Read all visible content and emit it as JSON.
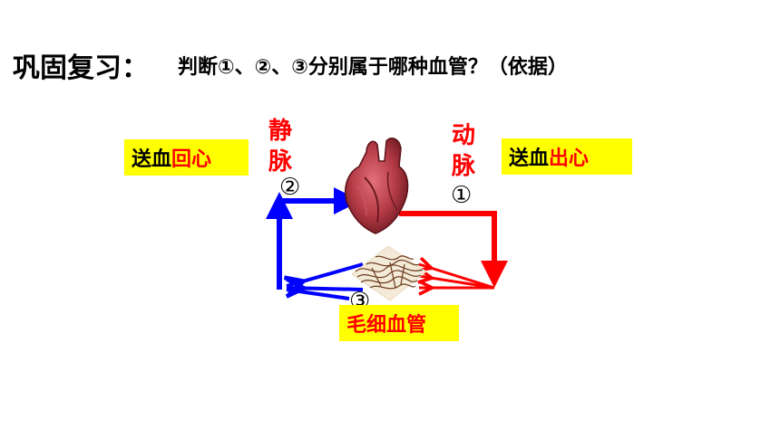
{
  "title": {
    "main": "巩固复习：",
    "question": "判断①、②、③分别属于哪种血管？（依据）"
  },
  "left_box": {
    "prefix": "送血",
    "highlight": "回心"
  },
  "right_box": {
    "prefix": "送血",
    "highlight": "出心"
  },
  "vein_label": {
    "line1": "静",
    "line2": "脉"
  },
  "artery_label": {
    "line1": "动",
    "line2": "脉"
  },
  "markers": {
    "one": "①",
    "two": "②",
    "three": "③"
  },
  "capillary_box": {
    "label": "毛细血管"
  },
  "colors": {
    "artery": "#ff0000",
    "vein": "#0000ff",
    "highlight_bg": "#ffff00",
    "heart": "#b33a45"
  },
  "icons": {
    "heart": "heart-illustration",
    "capillary": "capillary-network-illustration"
  }
}
